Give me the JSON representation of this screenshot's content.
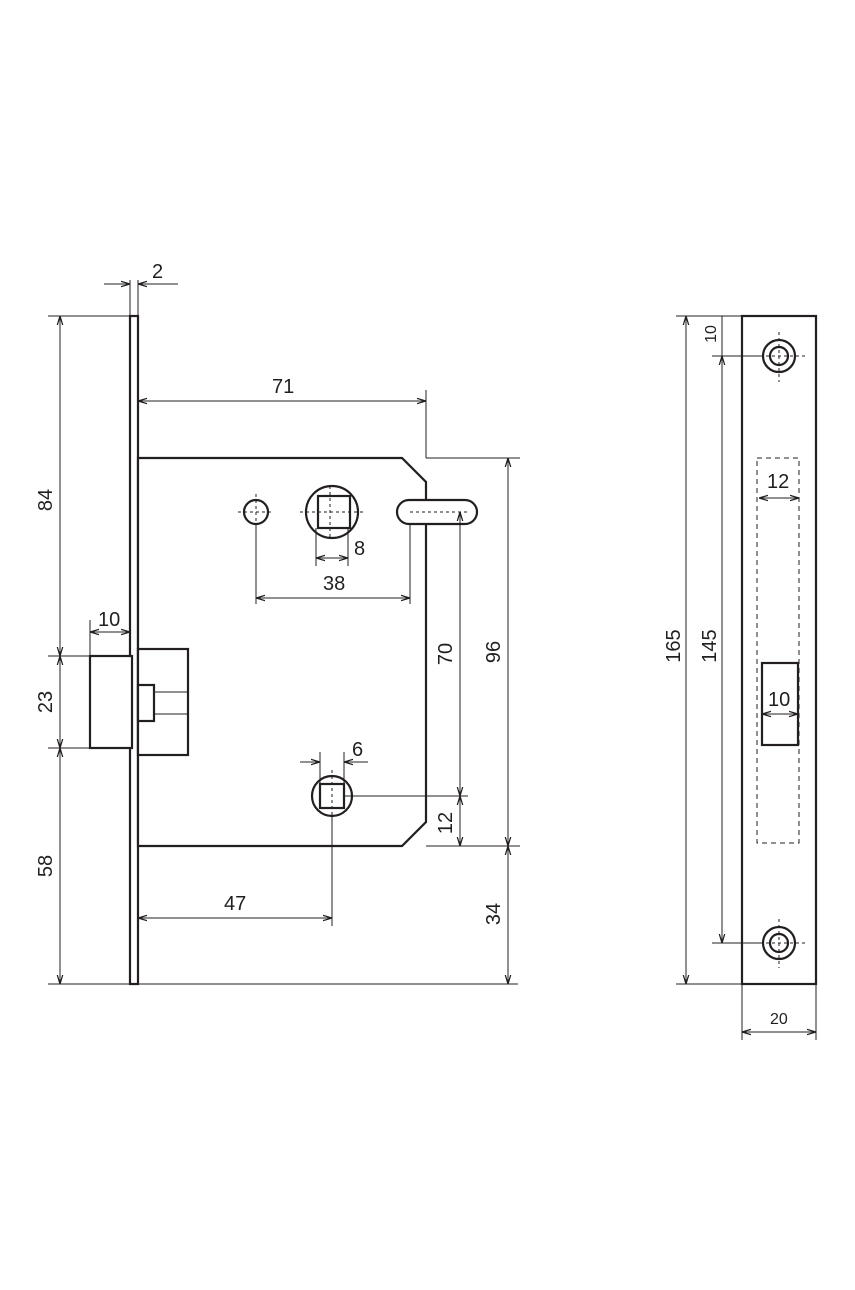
{
  "drawing": {
    "line_color": "#231f20",
    "background": "#ffffff",
    "lock_body": {
      "dimensions": {
        "faceplate_thickness": "2",
        "backset": "71",
        "body_height_upper": "84",
        "latch_projection": "10",
        "latch_height": "23",
        "body_height_lower": "58",
        "spindle_square": "8",
        "spindle_to_slot": "38",
        "spindle_to_lower_hub": "70",
        "body_height": "96",
        "lower_hub_square": "6",
        "lower_hub_to_edge": "12",
        "lower_hub_backset": "47",
        "bottom_offset": "34"
      }
    },
    "strike_plate": {
      "dimensions": {
        "total_height": "165",
        "screw_spacing": "145",
        "screw_offset": "10",
        "bolt_opening_width": "12",
        "latch_opening_width": "10",
        "plate_width": "20"
      }
    }
  }
}
